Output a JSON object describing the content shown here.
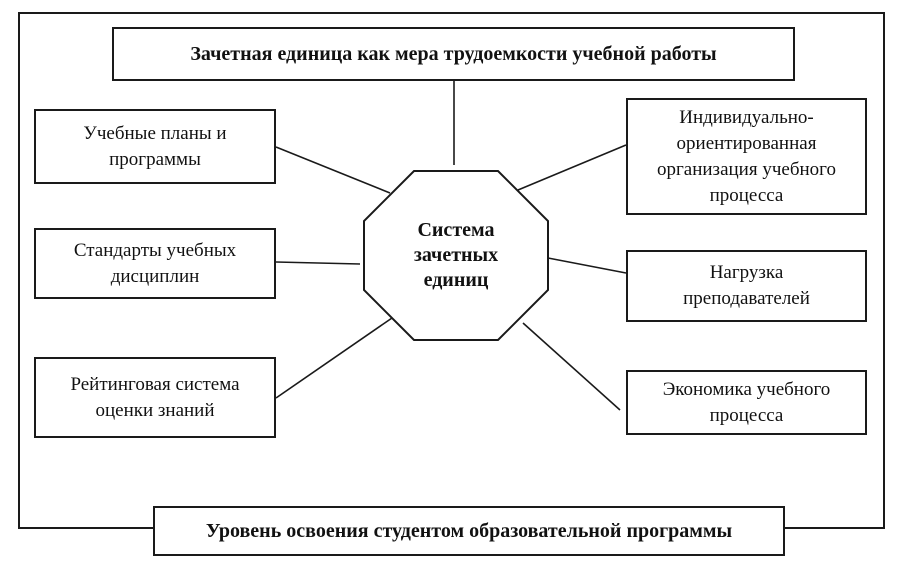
{
  "top_box": "Зачетная единица как мера трудоемкости учебной работы",
  "bottom_box": "Уровень освоения студентом образовательной программы",
  "center": "Система\nзачетных\nединиц",
  "left_boxes": [
    "Учебные планы и\nпрограммы",
    "Стандарты учебных\nдисциплин",
    "Рейтинговая система\nоценки знаний"
  ],
  "right_boxes": [
    "Индивидуально-\nориентированная\nорганизация учебного\nпроцесса",
    "Нагрузка\nпреподавателей",
    "Экономика учебного\nпроцесса"
  ]
}
